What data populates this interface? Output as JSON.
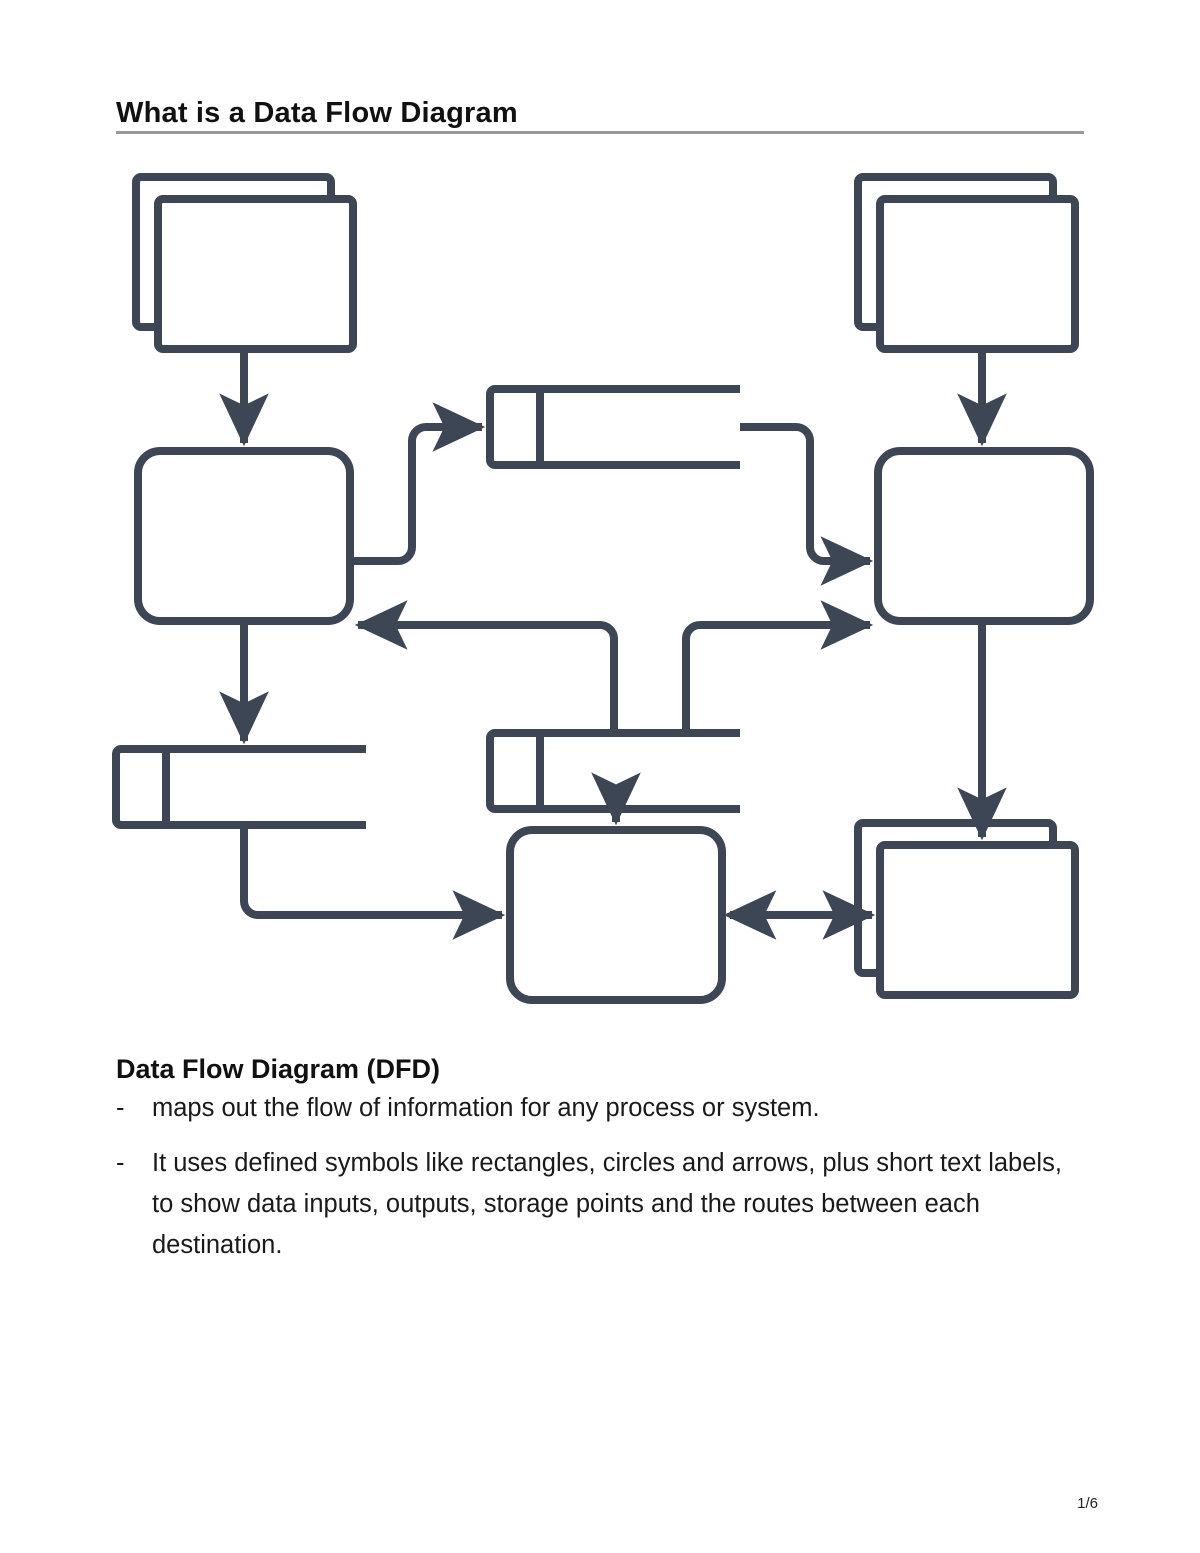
{
  "document": {
    "title": "What is a Data Flow Diagram",
    "page_number": "1/6"
  },
  "body": {
    "heading": "Data Flow Diagram (DFD)",
    "bullets": [
      {
        "marker": "-",
        "text": "maps out the flow of information for any process or system."
      },
      {
        "marker": "-",
        "text": "It uses defined symbols like rectangles, circles and arrows, plus short text labels, to show data inputs, outputs, storage points and the routes between each destination."
      }
    ]
  },
  "diagram": {
    "type": "data-flow-diagram",
    "stroke_color": "#3c4654",
    "fill_color": "#ffffff",
    "stroke_width": 8,
    "nodes": [
      {
        "id": "entity-top-left",
        "kind": "external-entity",
        "label": ""
      },
      {
        "id": "entity-top-right",
        "kind": "external-entity",
        "label": ""
      },
      {
        "id": "process-left",
        "kind": "process",
        "label": ""
      },
      {
        "id": "process-right",
        "kind": "process",
        "label": ""
      },
      {
        "id": "process-bottom",
        "kind": "process",
        "label": ""
      },
      {
        "id": "entity-bottom-right",
        "kind": "external-entity",
        "label": ""
      },
      {
        "id": "datastore-top",
        "kind": "data-store",
        "label": ""
      },
      {
        "id": "datastore-middle",
        "kind": "data-store",
        "label": ""
      },
      {
        "id": "datastore-left",
        "kind": "data-store",
        "label": ""
      }
    ],
    "flows": [
      {
        "from": "entity-top-left",
        "to": "process-left",
        "arrow": "single"
      },
      {
        "from": "entity-top-right",
        "to": "process-right",
        "arrow": "single"
      },
      {
        "from": "process-left",
        "to": "datastore-top",
        "arrow": "single"
      },
      {
        "from": "datastore-top",
        "to": "process-right",
        "arrow": "single"
      },
      {
        "from": "datastore-middle",
        "to": "process-left",
        "arrow": "single"
      },
      {
        "from": "datastore-middle",
        "to": "process-right",
        "arrow": "single"
      },
      {
        "from": "process-left",
        "to": "datastore-left",
        "arrow": "single"
      },
      {
        "from": "datastore-left",
        "to": "process-bottom",
        "arrow": "single"
      },
      {
        "from": "datastore-middle",
        "to": "process-bottom",
        "arrow": "single"
      },
      {
        "from": "process-right",
        "to": "entity-bottom-right",
        "arrow": "single"
      },
      {
        "from": "process-bottom",
        "to": "entity-bottom-right",
        "arrow": "double"
      }
    ]
  }
}
